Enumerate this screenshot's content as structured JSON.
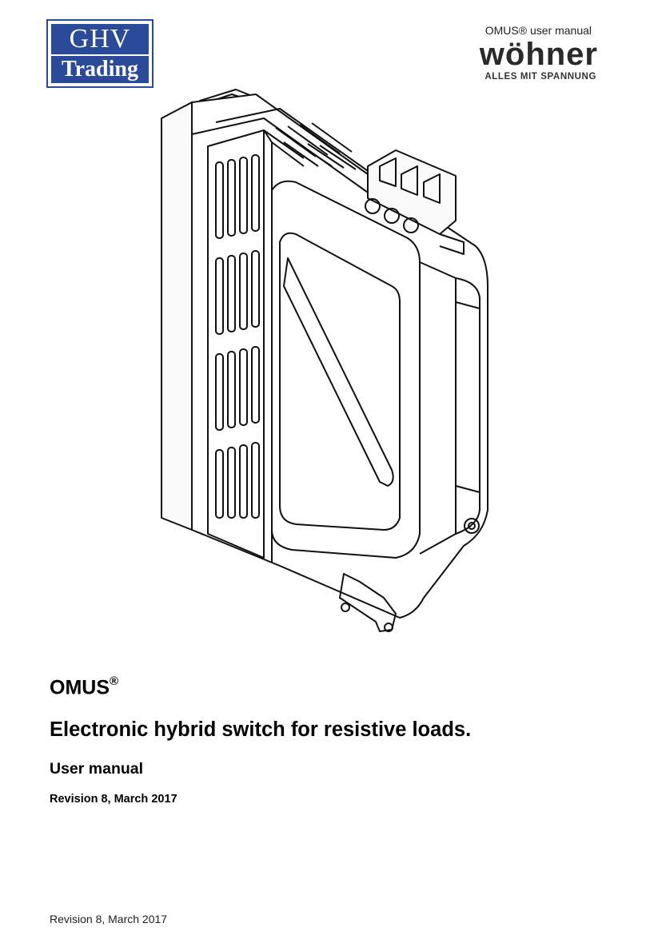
{
  "logos": {
    "ghv": {
      "line1": "GHV",
      "line2": "Trading",
      "color": "#2b4a9a"
    },
    "wohner": {
      "name": "wöhner",
      "tagline": "ALLES MIT SPANNUNG"
    }
  },
  "header": {
    "caption": "OMUS® user manual"
  },
  "cover": {
    "title": "OMUS",
    "title_mark": "®",
    "subtitle": "Electronic hybrid switch for resistive loads.",
    "doc_type": "User manual",
    "revision": "Revision 8, March 2017"
  },
  "footer": {
    "text": "Revision 8, March 2017"
  }
}
